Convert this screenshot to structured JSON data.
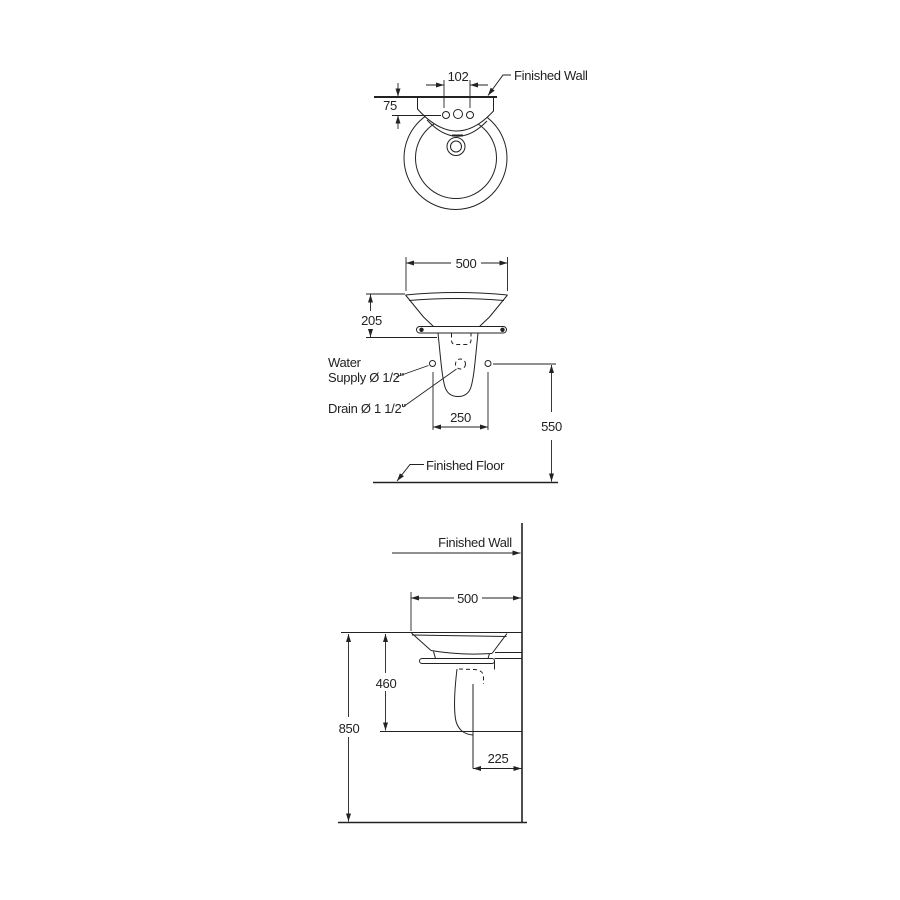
{
  "drawing": {
    "kind": "pedestal-basin-installation-drawing",
    "colors": {
      "line": "#222222",
      "background": "#ffffff"
    }
  },
  "views": {
    "plan": {
      "labels": {
        "finished_wall": "Finished Wall"
      },
      "dimensions": {
        "faucet_hole_spacing": "102",
        "wall_to_faucet_holes": "75"
      }
    },
    "front": {
      "labels": {
        "water_supply_line1": "Water",
        "water_supply_line2": "Supply Ø 1/2\"",
        "drain": "Drain Ø 1 1/2\"",
        "finished_floor": "Finished Floor"
      },
      "dimensions": {
        "basin_width": "500",
        "basin_height": "205",
        "supply_spacing": "250",
        "floor_to_supply": "550"
      }
    },
    "side": {
      "labels": {
        "finished_wall": "Finished Wall"
      },
      "dimensions": {
        "basin_depth": "500",
        "rim_to_trap_level": "460",
        "floor_to_rim": "850",
        "drain_to_wall": "225"
      }
    }
  }
}
